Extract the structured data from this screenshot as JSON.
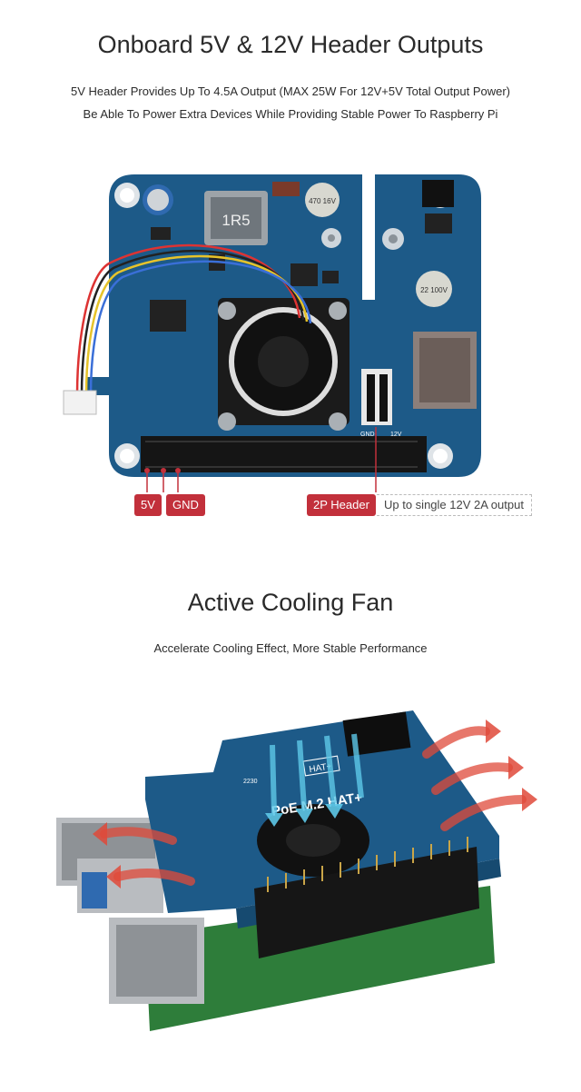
{
  "section1": {
    "title": "Onboard 5V & 12V Header Outputs",
    "line1": "5V Header Provides Up To 4.5A Output (MAX 25W For 12V+5V Total Output Power)",
    "line2": "Be Able To Power Extra Devices While Providing Stable Power To Raspberry Pi",
    "tags": {
      "five_v": "5V",
      "gnd": "GND",
      "header": "2P Header",
      "header_note": "Up to single 12V 2A output"
    },
    "board_marks": {
      "inductor": "1R5",
      "cap_left": "470 16V",
      "cap_right": "22 100V",
      "gnd": "GND",
      "v12": "12V"
    }
  },
  "section2": {
    "title": "Active Cooling Fan",
    "line1": "Accelerate Cooling Effect, More Stable Performance",
    "board_marks": {
      "product": "PoE M.2 HAT+",
      "badge": "HAT+",
      "num": "2230"
    }
  },
  "colors": {
    "board": "#1d5a88",
    "accent": "#c2303b",
    "arrow": "#e04a3a",
    "airflow": "#5ec8e8"
  }
}
